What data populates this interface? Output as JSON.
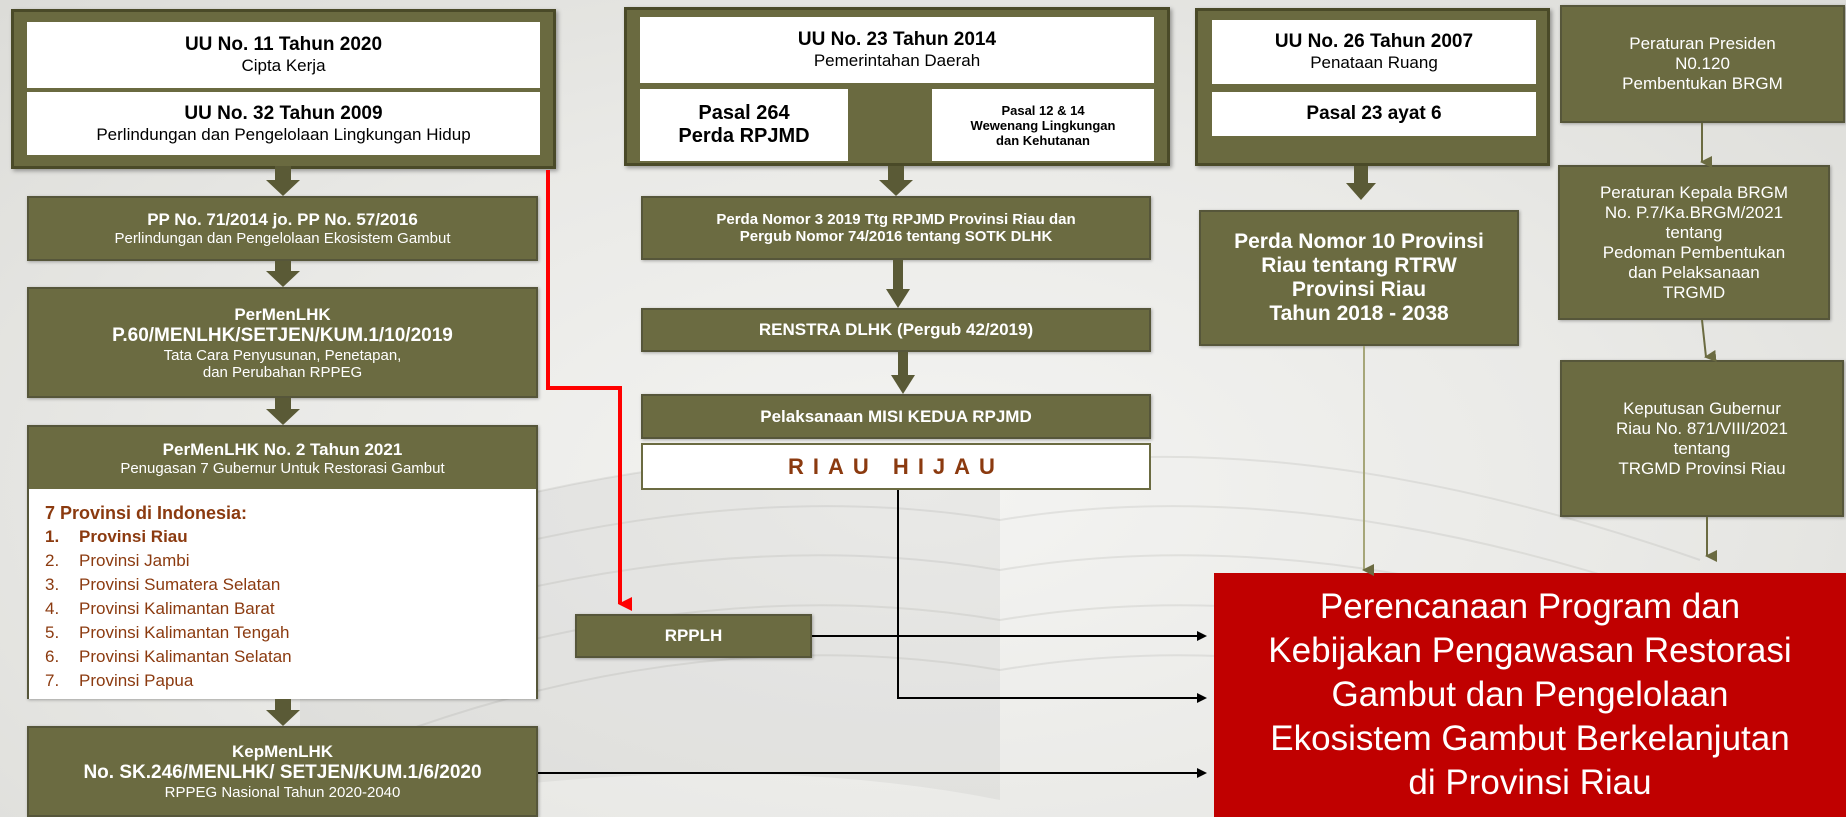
{
  "col1": {
    "uu11": {
      "title": "UU No. 11 Tahun 2020",
      "sub": "Cipta Kerja"
    },
    "uu32": {
      "title": "UU No. 32 Tahun 2009",
      "sub": "Perlindungan dan Pengelolaan Lingkungan Hidup"
    },
    "pp71": {
      "title": "PP No. 71/2014 jo. PP No. 57/2016",
      "sub": "Perlindungan dan Pengelolaan Ekosistem Gambut"
    },
    "permen60": {
      "line1": "PerMenLHK",
      "line2": "P.60/MENLHK/SETJEN/KUM.1/10/2019",
      "line3": "Tata Cara Penyusunan, Penetapan,",
      "line4": "dan Perubahan RPPEG"
    },
    "permen2": {
      "title": "PerMenLHK No. 2 Tahun 2021",
      "sub": "Penugasan 7 Gubernur Untuk Restorasi Gambut"
    },
    "provinces": {
      "heading": "7 Provinsi di Indonesia:",
      "items": [
        {
          "num": "1.",
          "name": "Provinsi Riau"
        },
        {
          "num": "2.",
          "name": "Provinsi Jambi"
        },
        {
          "num": "3.",
          "name": "Provinsi Sumatera Selatan"
        },
        {
          "num": "4.",
          "name": "Provinsi Kalimantan Barat"
        },
        {
          "num": "5.",
          "name": "Provinsi Kalimantan Tengah"
        },
        {
          "num": "6.",
          "name": "Provinsi Kalimantan Selatan"
        },
        {
          "num": "7.",
          "name": "Provinsi Papua"
        }
      ]
    },
    "kepmen": {
      "line1": "KepMenLHK",
      "line2": "No. SK.246/MENLHK/ SETJEN/KUM.1/6/2020",
      "line3": "RPPEG Nasional Tahun 2020-2040"
    }
  },
  "col2": {
    "uu23": {
      "title": "UU No. 23 Tahun 2014",
      "sub": "Pemerintahan Daerah"
    },
    "pasal264": {
      "line1": "Pasal 264",
      "line2": "Perda RPJMD"
    },
    "pasal12": {
      "line1": "Pasal 12 & 14",
      "line2": "Wewenang Lingkungan",
      "line3": "dan Kehutanan"
    },
    "perda3": {
      "line1": "Perda Nomor 3 2019 Ttg RPJMD Provinsi Riau dan",
      "line2": "Pergub Nomor 74/2016 tentang SOTK DLHK"
    },
    "renstra": "RENSTRA DLHK (Pergub 42/2019)",
    "misi": "Pelaksanaan MISI KEDUA RPJMD",
    "riau_hijau": "RIAU HIJAU",
    "rpplh": "RPPLH"
  },
  "col3": {
    "uu26": {
      "title": "UU No. 26 Tahun 2007",
      "sub": "Penataan Ruang"
    },
    "pasal23": "Pasal 23 ayat 6",
    "perda10": {
      "line1": "Perda Nomor 10  Provinsi",
      "line2": "Riau tentang RTRW",
      "line3": "Provinsi Riau",
      "line4": "Tahun 2018 - 2038"
    }
  },
  "col4": {
    "perpres": {
      "line1": "Peraturan Presiden",
      "line2": "N0.120",
      "line3": "Pembentukan BRGM"
    },
    "perka": {
      "line1": "Peraturan Kepala BRGM",
      "line2": "No. P.7/Ka.BRGM/2021",
      "line3": "tentang",
      "line4": "Pedoman Pembentukan",
      "line5": "dan Pelaksanaan",
      "line6": "TRGMD"
    },
    "kepgub": {
      "line1": "Keputusan Gubernur",
      "line2": "Riau No. 871/VIII/2021",
      "line3": "tentang",
      "line4": "TRGMD Provinsi Riau"
    }
  },
  "result": {
    "line1": "Perencanaan Program dan",
    "line2": "Kebijakan Pengawasan Restorasi",
    "line3": "Gambut dan Pengelolaan",
    "line4": "Ekosistem Gambut Berkelanjutan",
    "line5": "di Provinsi Riau"
  },
  "colors": {
    "olive": "#6d6d43",
    "result_red": "#c00000",
    "red_arrow": "#ff0000",
    "province_text": "#8b3a0f"
  }
}
